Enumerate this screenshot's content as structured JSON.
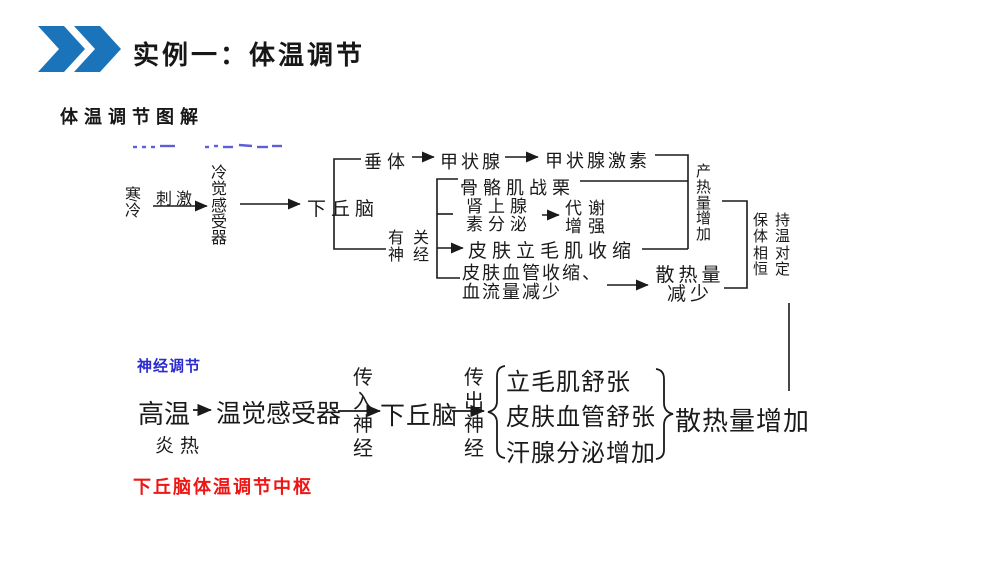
{
  "header": {
    "title": "实例一：体温调节"
  },
  "subtitle": "体温调节图解",
  "diagram1": {
    "cold": "寒冷",
    "stimulus": "刺激",
    "cold_receptor": "冷觉感受器",
    "hypothalamus": "下丘脑",
    "pituitary": "垂体",
    "thyroid": "甲状腺",
    "thyroid_hormone": "甲状腺激素",
    "related_nerve": [
      "有关",
      "神经"
    ],
    "shivering": "骨骼肌战栗",
    "adrenaline": [
      "肾上腺",
      "素分泌"
    ],
    "metabolism": [
      "代谢",
      "增强"
    ],
    "erector_muscle": "皮肤立毛肌收缩",
    "vasoconstriction": [
      "皮肤血管收缩、",
      "血流量减少"
    ],
    "heat_loss_decrease": [
      "散热量",
      "减少"
    ],
    "heat_production": "产热量增加",
    "homeostasis": [
      "保持",
      "体温",
      "相对",
      "恒定"
    ]
  },
  "diagram2": {
    "label": "神经调节",
    "high_temp": "高温",
    "hot": "炎热",
    "warm_receptor": "温觉感受器",
    "afferent": [
      "传",
      "入",
      "神",
      "经"
    ],
    "hypothalamus": "下丘脑",
    "efferent": [
      "传",
      "出",
      "神",
      "经"
    ],
    "responses": [
      "立毛肌舒张",
      "皮肤血管舒张",
      "汗腺分泌增加"
    ],
    "result": "散热量增加",
    "center_label": "下丘脑体温调节中枢"
  },
  "colors": {
    "accent_blue": "#1b74ba",
    "note_blue": "#2b2bd0",
    "alert_red": "#ee1515",
    "ink": "#1a1a1a",
    "remnant_blue": "#4343cf"
  }
}
